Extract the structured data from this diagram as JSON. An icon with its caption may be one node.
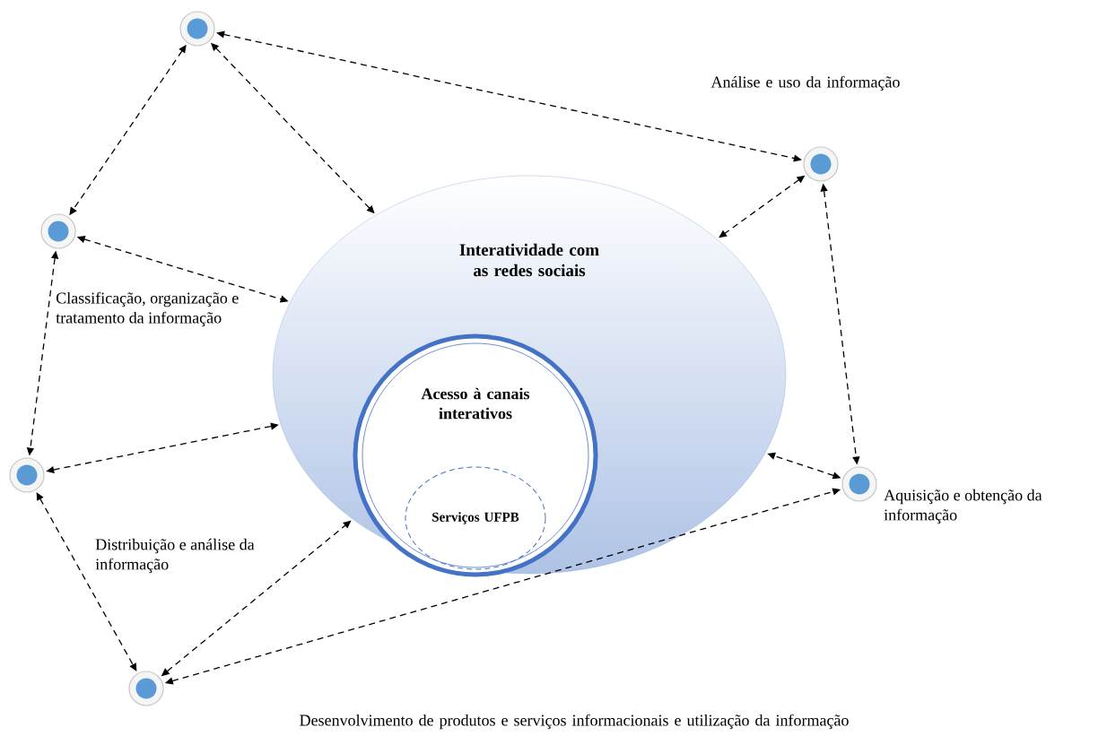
{
  "diagram": {
    "nodes": [
      {
        "text": [],
        "shape": "circle"
      },
      {
        "text": [],
        "shape": "circle",
        "beside": [
          "Classificação, organização e tratamento da informação"
        ]
      },
      {
        "text": [],
        "shape": "circle"
      },
      {
        "text": [],
        "shape": "circle"
      },
      {
        "text": [],
        "shape": "circle",
        "beside": [
          "Análise e uso da informação"
        ]
      },
      {
        "text": [],
        "shape": "circle",
        "beside": [
          "Aquisição e obtenção da informação"
        ]
      },
      {
        "text": [
          "Interatividade com as redes sociais"
        ]
      },
      {
        "text": [
          "Acesso à canais interativos"
        ],
        "in": 6
      },
      {
        "text": [
          "Serviços UFPB"
        ],
        "in": 7
      }
    ],
    "edges": [
      {
        "from": 0,
        "to": 1,
        "arrow": "both",
        "style": "dashed"
      },
      {
        "from": 0,
        "to": 6,
        "arrow": "both",
        "style": "dashed"
      },
      {
        "from": 0,
        "to": 4,
        "arrow": "both",
        "style": "dashed"
      },
      {
        "from": 1,
        "to": 6,
        "arrow": "both",
        "style": "dashed"
      },
      {
        "from": 1,
        "to": 2,
        "arrow": "both",
        "style": "dashed"
      },
      {
        "from": 2,
        "to": 6,
        "arrow": "both",
        "style": "dashed"
      },
      {
        "from": 2,
        "to": 3,
        "arrow": "both",
        "style": "dashed"
      },
      {
        "from": 3,
        "to": 6,
        "arrow": "both",
        "style": "dashed"
      },
      {
        "from": 3,
        "to": 5,
        "arrow": "both",
        "style": "dashed"
      },
      {
        "from": 4,
        "to": 6,
        "arrow": "both",
        "style": "dashed"
      },
      {
        "from": 4,
        "to": 5,
        "arrow": "both",
        "style": "dashed"
      },
      {
        "from": 5,
        "to": 6,
        "arrow": "both",
        "style": "dashed"
      }
    ],
    "labels": [
      "Distribuição e análise da informação",
      "Desenvolvimento de produtos e serviços informacionais e utilização da informação"
    ]
  }
}
